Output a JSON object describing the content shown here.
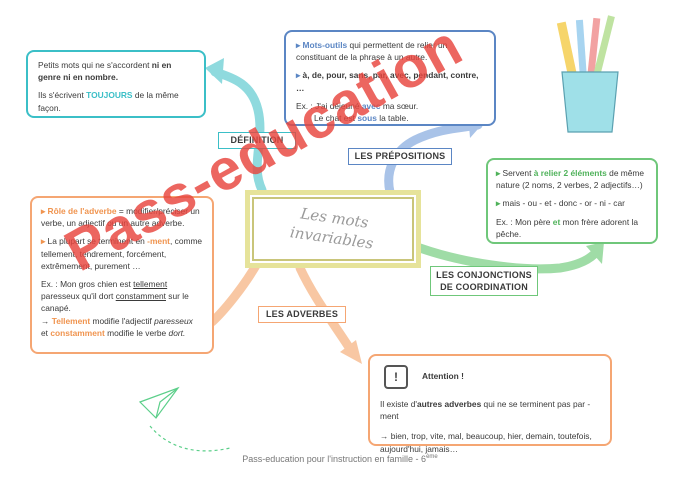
{
  "center": {
    "title_line1": "Les mots",
    "title_line2": "invariables"
  },
  "labels": {
    "definition": "DÉFINITION",
    "prepositions": "LES PRÉPOSITIONS",
    "conjonctions_l1": "LES CONJONCTIONS",
    "conjonctions_l2": "DE COORDINATION",
    "adverbes": "LES ADVERBES"
  },
  "definition_box": {
    "p1_a": "Petits mots qui ne s'accordent ",
    "p1_b": "ni en genre ni en nombre.",
    "p2_a": "Ils s'écrivent ",
    "p2_b": "TOUJOURS",
    "p2_c": " de la même façon."
  },
  "prepositions_box": {
    "p1_a": "Mots-outils",
    "p1_b": " qui permettent de relier un constituant de la phrase à un autre.",
    "p2": "à, de, pour, sans, par, avec, pendant, contre, …",
    "ex_prefix": "Ex. : J'ai déjeuné ",
    "ex_word1": "avec",
    "ex_suffix1": " ma sœur.",
    "ex2_prefix": "Le chat est ",
    "ex2_word": "sous",
    "ex2_suffix": " la table."
  },
  "conjonctions_box": {
    "p1_a": "Servent ",
    "p1_b": "à relier 2 éléments",
    "p1_c": " de même nature (2 noms, 2 verbes, 2 adjectifs…)",
    "p2": "mais - ou - et - donc - or - ni - car",
    "ex_a": "Ex. : Mon père ",
    "ex_b": "et",
    "ex_c": " mon frère adorent la pêche."
  },
  "adverbes_box": {
    "p1_a": "Rôle de l'adverbe",
    "p1_b": " = modifier/préciser un verbe, un adjectif ou un autre adverbe.",
    "p2_a": "La plupart se terminent en ",
    "p2_b": "-ment",
    "p2_c": ", comme tellement, tendrement, forcément, extrêmement, purement …",
    "ex_a": "Ex. : Mon gros chien est ",
    "ex_b": "tellement",
    "ex_c": " paresseux qu'il dort ",
    "ex_d": "constamment",
    "ex_e": " sur le canapé.",
    "arrow": "→ ",
    "n1_a": "Tellement",
    "n1_b": " modifie l'adjectif ",
    "n1_c": "paresseux",
    "n2_a": "et ",
    "n2_b": "constamment",
    "n2_c": " modifie le verbe ",
    "n2_d": "dort."
  },
  "attention_box": {
    "icon": "!",
    "title": "Attention !",
    "p1_a": "Il existe d'",
    "p1_b": "autres adverbes",
    "p1_c": " qui ne se terminent pas par -ment",
    "p2": "→ bien, trop, vite, mal, beaucoup, hier, demain, toutefois, aujourd'hui, jamais…"
  },
  "watermark": "Pass-education",
  "footer_a": "Pass-education pour l'instruction en famille - 6",
  "footer_sup": "ème",
  "colors": {
    "teal": "#3bbfc7",
    "blue": "#5b86c4",
    "green": "#6fc77a",
    "orange": "#f5a673",
    "frame_yellow": "#e6e39a",
    "watermark": "#e8443d"
  }
}
